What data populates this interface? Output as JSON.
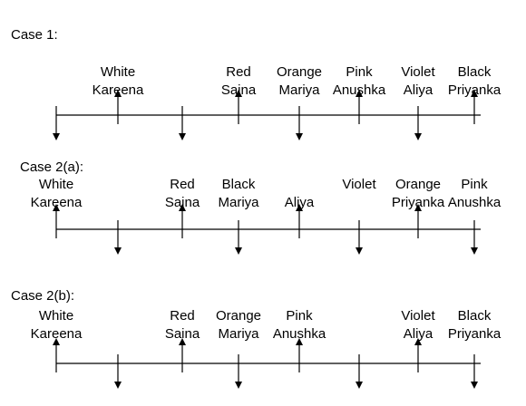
{
  "cases": [
    {
      "title": "Case 1:",
      "positions": [
        {
          "color": "",
          "name": "",
          "facing": "down"
        },
        {
          "color": "White",
          "name": "Kareena",
          "facing": "up"
        },
        {
          "color": "",
          "name": "",
          "facing": "down"
        },
        {
          "color": "Red",
          "name": "Saina",
          "facing": "up"
        },
        {
          "color": "Orange",
          "name": "Mariya",
          "facing": "down"
        },
        {
          "color": "Pink",
          "name": "Anushka",
          "facing": "up"
        },
        {
          "color": "Violet",
          "name": "Aliya",
          "facing": "down"
        },
        {
          "color": "Black",
          "name": "Priyanka",
          "facing": "up"
        }
      ]
    },
    {
      "title": "Case 2(a):",
      "positions": [
        {
          "color": "White",
          "name": "Kareena",
          "facing": "up"
        },
        {
          "color": "",
          "name": "",
          "facing": "down"
        },
        {
          "color": "Red",
          "name": "Saina",
          "facing": "up"
        },
        {
          "color": "Black",
          "name": "Mariya",
          "facing": "down"
        },
        {
          "color": "",
          "name": "Aliya",
          "facing": "up"
        },
        {
          "color": "Violet",
          "name": "",
          "facing": "down"
        },
        {
          "color": "Orange",
          "name": "Priyanka",
          "facing": "up"
        },
        {
          "color": "Pink",
          "name": "Anushka",
          "facing": "down"
        }
      ]
    },
    {
      "title": "Case 2(b):",
      "positions": [
        {
          "color": "White",
          "name": "Kareena",
          "facing": "up"
        },
        {
          "color": "",
          "name": "",
          "facing": "down"
        },
        {
          "color": "Red",
          "name": "Saina",
          "facing": "up"
        },
        {
          "color": "Orange",
          "name": "Mariya",
          "facing": "down"
        },
        {
          "color": "Pink",
          "name": "Anushka",
          "facing": "up"
        },
        {
          "color": "",
          "name": "",
          "facing": "down"
        },
        {
          "color": "Violet",
          "name": "Aliya",
          "facing": "up"
        },
        {
          "color": "Black",
          "name": "Priyanka",
          "facing": "down"
        }
      ]
    }
  ]
}
